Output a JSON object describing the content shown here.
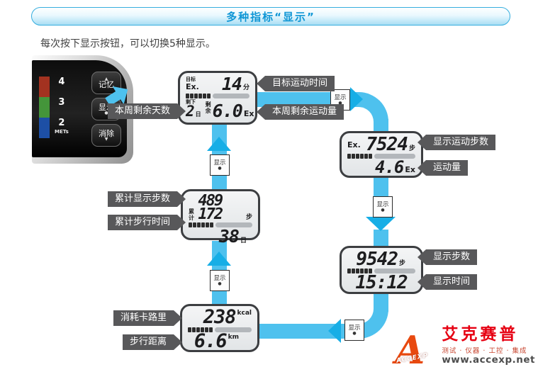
{
  "banner": {
    "title": "多种指标“显示”"
  },
  "intro": "每次按下显示按钮，可以切换5种显示。",
  "device": {
    "scale": [
      {
        "num": "4",
        "color": "#a33220"
      },
      {
        "num": "3",
        "color": "#44953a"
      },
      {
        "num": "2",
        "color": "#1d4fa5"
      }
    ],
    "scale_unit": "METs",
    "buttons": [
      {
        "label": "记忆",
        "mark": "▲"
      },
      {
        "label": "显示",
        "mark": "●"
      },
      {
        "label": "消除",
        "mark": "▼"
      }
    ]
  },
  "flow": {
    "button_label": "显示",
    "button_dot": "●"
  },
  "screens": [
    {
      "name": "目标/本周剩余",
      "header_small": "目标",
      "header": "Ex.",
      "value1": "14",
      "unit1": "分",
      "small2": "剩下",
      "value2": "2",
      "unit2": "日",
      "small3": "剩余",
      "value3": "6.0",
      "unit3": "Ex"
    },
    {
      "name": "运动步数/运动量",
      "header": "Ex.",
      "value1": "7524",
      "unit1": "步",
      "value2": "4.6",
      "unit2": "Ex"
    },
    {
      "name": "累计",
      "header_small": "累计",
      "value1": "489 172",
      "unit1": "步",
      "value2": "38",
      "unit2": "日"
    },
    {
      "name": "步数/时间",
      "value1": "9542",
      "unit1": "步",
      "value2": "15:12"
    },
    {
      "name": "卡路里/距离",
      "value1": "238",
      "unit1": "kcal",
      "value2": "6.6",
      "unit2": "km"
    }
  ],
  "tags": {
    "week_days_left": "本周剩余天数",
    "target_time": "目标运动时间",
    "week_ex_left": "本周剩余运动量",
    "ex_steps": "显示运动步数",
    "ex_amount": "运动量",
    "total_steps": "累计显示步数",
    "total_days": "累计步行时间",
    "steps": "显示步数",
    "time": "显示时间",
    "calories": "消耗卡路里",
    "distance": "步行距离"
  },
  "logo": {
    "monogram": "A",
    "monogram_text": "ACCEXP",
    "name": "艾克赛普",
    "slogan": "测试 · 仪器 · 工控 · 集成",
    "url": "www.accexp.net"
  },
  "colors": {
    "accent_cyan": "#4ec1ee",
    "tag_gray": "#58585a",
    "banner_blue": "#0f96d5",
    "logo_red": "#e60012",
    "lcd_border": "#3c3e41"
  }
}
